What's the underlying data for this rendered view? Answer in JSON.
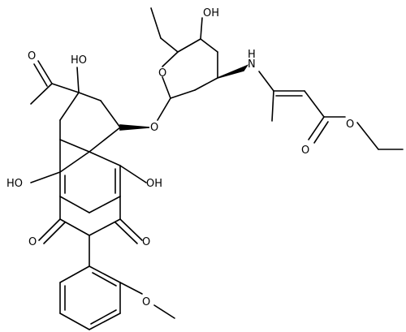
{
  "diagram": {
    "type": "chemical-structure",
    "line_color": "#000000",
    "background": "#ffffff",
    "atom_labels": {
      "oh_top": "OH",
      "ring_oxygen": "O",
      "nh": "N",
      "nh_h": "H",
      "acetyl_oxygen": "O",
      "oh_c9": "HO",
      "glycosidic_oxygen": "O",
      "oh_c6": "HO",
      "oh_c11": "OH",
      "ester_oxygen": "O",
      "carbonyl_oxygen_ester": "O",
      "quinone_oxygen_left": "O",
      "quinone_oxygen_right": "O",
      "methoxy_oxygen": "O"
    }
  }
}
